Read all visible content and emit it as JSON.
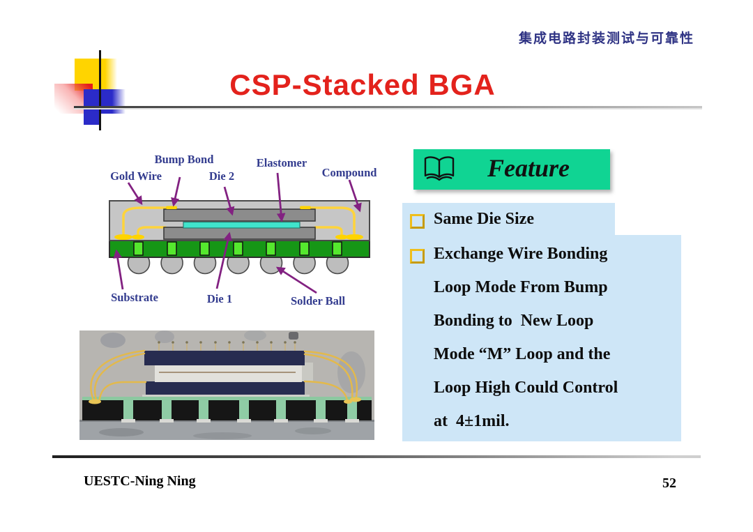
{
  "header": {
    "course_title": "集成电路封装测试与可靠性",
    "slide_title": "CSP-Stacked BGA"
  },
  "diagram": {
    "labels": {
      "bump_bond": "Bump Bond",
      "gold_wire": "Gold Wire",
      "die2": "Die 2",
      "elastomer": "Elastomer",
      "compound": "Compound",
      "substrate": "Substrate",
      "die1": "Die 1",
      "solder_ball": "Solder Ball"
    },
    "colors": {
      "label_text": "#323B8E",
      "arrow": "#822181",
      "compound": "#C6C6C6",
      "die": "#8C8C8C",
      "elastomer": "#40E4CC",
      "substrate": "#169616",
      "pad": "#55E82E",
      "solder_ball": "#BDBDBD",
      "gold_wire": "#FFD43B"
    }
  },
  "feature": {
    "heading": "Feature",
    "heading_bg": "#10D493",
    "panel_bg": "#CEE6F7",
    "bullet_color": "#EFBE1B",
    "items": [
      {
        "lines": [
          "Same Die Size"
        ]
      },
      {
        "lines": [
          "Exchange Wire Bonding",
          "Loop Mode From Bump",
          "Bonding to  New Loop",
          "Mode “M” Loop and the",
          "Loop High Could Control",
          "at  4±1mil."
        ]
      }
    ]
  },
  "footer": {
    "author": "UESTC-Ning Ning",
    "page_number": "52"
  }
}
